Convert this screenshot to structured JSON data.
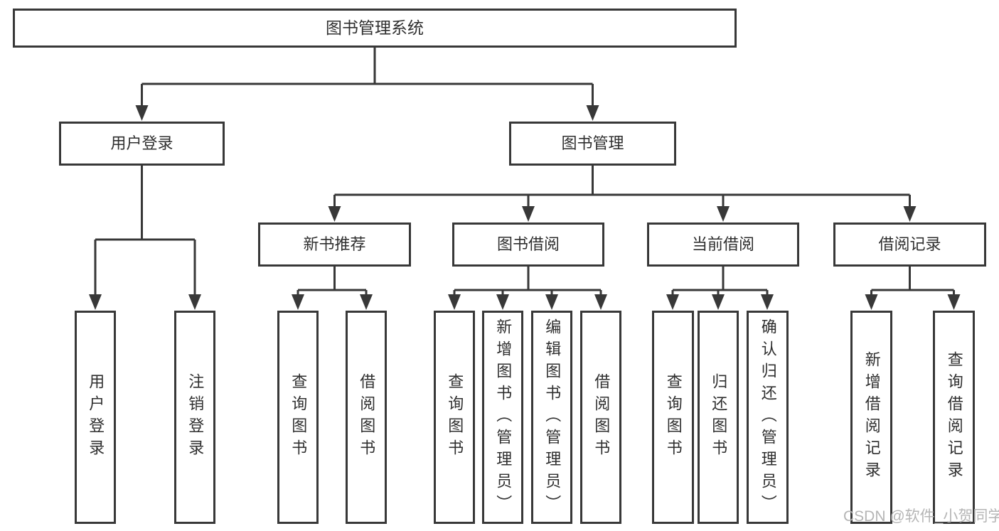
{
  "diagram": {
    "root": {
      "label": "图书管理系统"
    },
    "level2": [
      {
        "label": "用户登录"
      },
      {
        "label": "图书管理"
      }
    ],
    "level3": [
      {
        "label": "新书推荐"
      },
      {
        "label": "图书借阅"
      },
      {
        "label": "当前借阅"
      },
      {
        "label": "借阅记录"
      }
    ],
    "leaves": {
      "user_login": [
        {
          "label": "用户登录"
        },
        {
          "label": "注销登录"
        }
      ],
      "new_book_recommend": [
        {
          "label": "查询图书"
        },
        {
          "label": "借阅图书"
        }
      ],
      "book_borrow": [
        {
          "label": "查询图书"
        },
        {
          "label": "新增图书（管理员）"
        },
        {
          "label": "编辑图书（管理员）"
        },
        {
          "label": "借阅图书"
        }
      ],
      "current_borrow": [
        {
          "label": "查询图书"
        },
        {
          "label": "归还图书"
        },
        {
          "label": "确认归还（管理员）"
        }
      ],
      "borrow_records": [
        {
          "label": "新增借阅记录"
        },
        {
          "label": "查询借阅记录"
        }
      ]
    },
    "colors": {
      "line": "#383838",
      "box_border": "#383838",
      "text": "#2f2f2f",
      "background": "#ffffff",
      "watermark_color": "#b5b5b5"
    }
  },
  "watermark": {
    "text": "CSDN @软件_小贺同学"
  }
}
